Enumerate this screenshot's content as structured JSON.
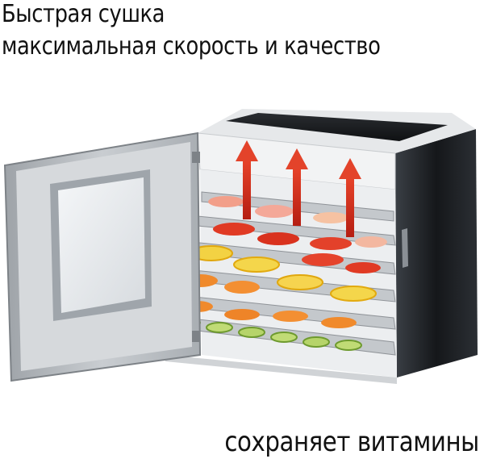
{
  "headline": {
    "line1": "Быстрая сушка",
    "line2": "максимальная скорость и качество"
  },
  "caption": "сохраняет витамины",
  "colors": {
    "text": "#111111",
    "background": "#ffffff",
    "arrow": "#d9361f",
    "body_dark": "#1f2226",
    "tray_metal": "#b8bcc0"
  },
  "icons": [
    "up-arrow-icon",
    "up-arrow-icon",
    "up-arrow-icon"
  ]
}
